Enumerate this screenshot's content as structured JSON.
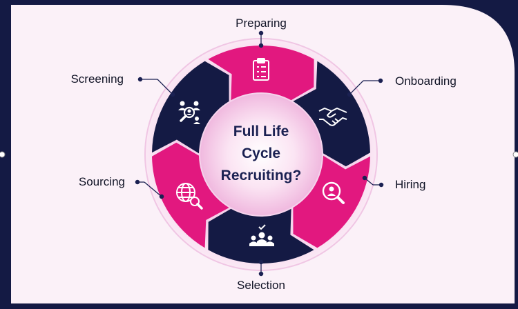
{
  "diagram": {
    "center_title": {
      "line1": "Full Life",
      "line2": "Cycle",
      "line3": "Recruiting?"
    },
    "stages": [
      {
        "name": "Preparing",
        "color": "#e2187f",
        "icon": "clipboard-checklist-icon"
      },
      {
        "name": "Onboarding",
        "color": "#141a44",
        "icon": "handshake-icon"
      },
      {
        "name": "Hiring",
        "color": "#e2187f",
        "icon": "magnifier-person-icon"
      },
      {
        "name": "Selection",
        "color": "#141a44",
        "icon": "group-checkmark-icon"
      },
      {
        "name": "Sourcing",
        "color": "#e2187f",
        "icon": "globe-search-icon"
      },
      {
        "name": "Screening",
        "color": "#141a44",
        "icon": "team-search-icon"
      }
    ]
  },
  "colors": {
    "background_frame": "#141a44",
    "panel": "#fbf1f8",
    "ring": "#f7dcef",
    "center_glow": "#f2c9e6",
    "pink": "#e2187f",
    "navy": "#141a44"
  }
}
